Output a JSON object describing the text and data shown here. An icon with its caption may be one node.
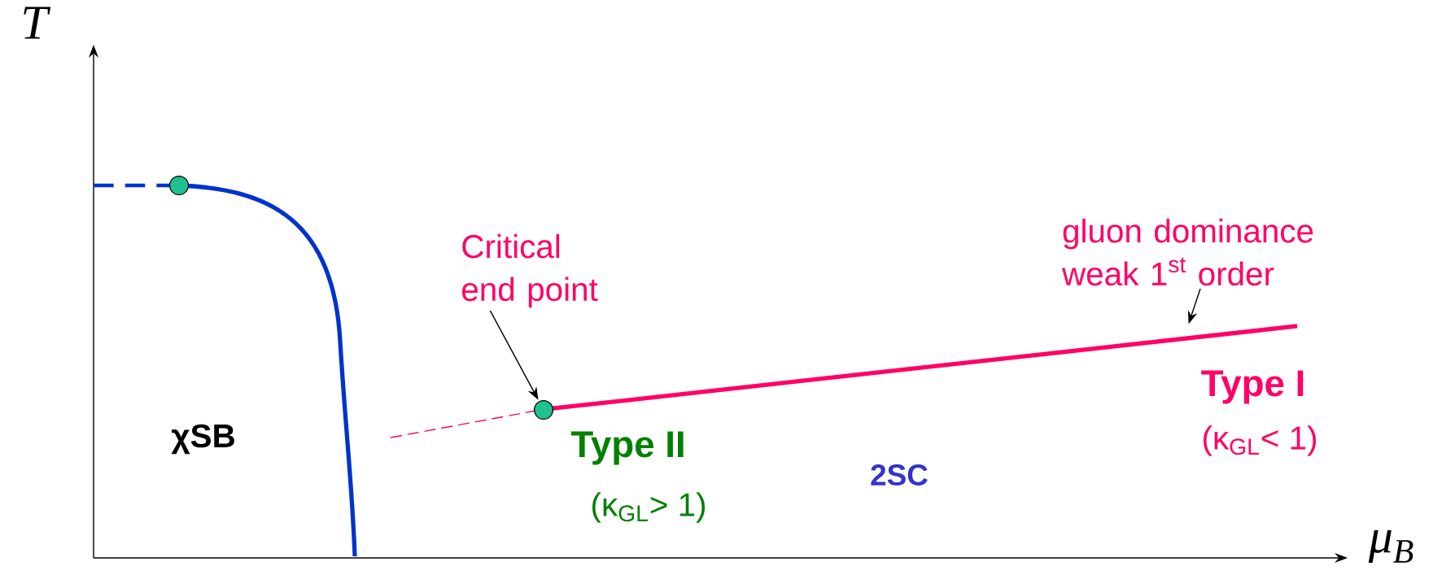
{
  "diagram": {
    "nodes": [
      {
        "text": [],
        "shape": "circle"
      },
      {
        "text": [
          "Critical end point"
        ]
      },
      {
        "text": [],
        "shape": "circle"
      },
      {
        "text": [
          "gluon dominance weak 1$^{st}$ order"
        ]
      }
    ],
    "edges": [
      {
        "from": 1,
        "to": 2,
        "arrow": "to"
      },
      {
        "from": 3,
        "to": null,
        "arrow": "to"
      }
    ],
    "labels": [
      "T",
      "μ$_{B}$",
      "χSB",
      "Type II",
      "(κ$_{GL}$> 1)",
      "2SC",
      "Type I",
      "(κ$_{GL}$< 1)"
    ]
  }
}
